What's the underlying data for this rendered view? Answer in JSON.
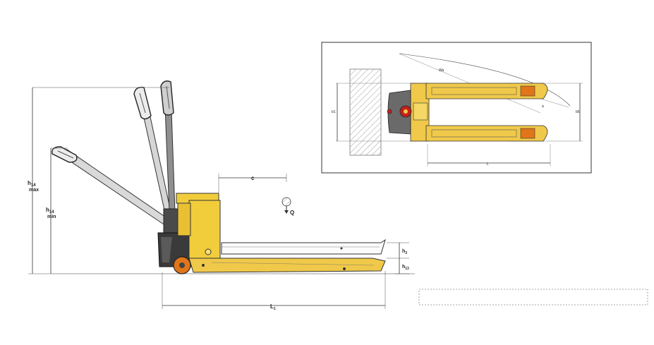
{
  "labels": {
    "h14max_base": "h",
    "h14max_sub": "14",
    "h14max_word": "max",
    "h14min_base": "h",
    "h14min_sub": "14",
    "h14min_word": "min",
    "c": "c",
    "q": "Q",
    "l1_base": "L",
    "l1_sub": "1",
    "h3_base": "h",
    "h3_sub": "3",
    "h13_base": "h",
    "h13_sub": "13",
    "wa": "Wa",
    "a": "a",
    "b5": "b5",
    "b1": "b1",
    "l": "L"
  },
  "colors": {
    "body_yellow": "#f2cd3b",
    "fork_yellow": "#f0c94a",
    "frame_dark": "#3a3a3a",
    "wheel_orange": "#e0751a",
    "handle_gray": "#8a8a8a"
  }
}
